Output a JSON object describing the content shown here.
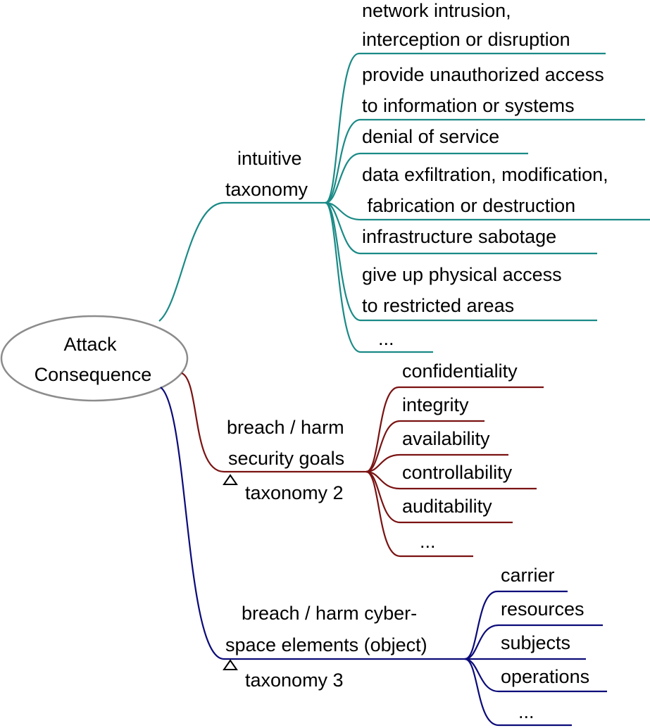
{
  "colors": {
    "branch1": "#1a8a86",
    "branch2": "#7a1212",
    "branch3": "#0b0b7a",
    "root_stroke": "#8c8c8c",
    "text": "#000000"
  },
  "root": {
    "line1": "Attack",
    "line2": "Consequence"
  },
  "branch1": {
    "label_line1": "intuitive",
    "label_line2": "taxonomy",
    "leaves": [
      {
        "line1": "network intrusion,",
        "line2": "interception or disruption"
      },
      {
        "line1": "provide unauthorized access",
        "line2": "to information or systems"
      },
      {
        "line1": "denial of service"
      },
      {
        "line1": "data exfiltration, modification,",
        "line2": " fabrication or destruction"
      },
      {
        "line1": "infrastructure sabotage"
      },
      {
        "line1": "give up physical access",
        "line2": "to restricted areas"
      },
      {
        "line1": "..."
      }
    ]
  },
  "branch2": {
    "label_line1": "breach / harm",
    "label_line2": "security goals",
    "taxonomy_label": "taxonomy 2",
    "leaves": [
      {
        "line1": "confidentiality"
      },
      {
        "line1": "integrity"
      },
      {
        "line1": "availability"
      },
      {
        "line1": "controllability"
      },
      {
        "line1": "auditability"
      },
      {
        "line1": "..."
      }
    ]
  },
  "branch3": {
    "label_line1": "breach / harm cyber-",
    "label_line2": "space elements (object)",
    "taxonomy_label": "taxonomy 3",
    "leaves": [
      {
        "line1": "carrier"
      },
      {
        "line1": "resources"
      },
      {
        "line1": "subjects"
      },
      {
        "line1": "operations"
      },
      {
        "line1": "..."
      }
    ]
  }
}
